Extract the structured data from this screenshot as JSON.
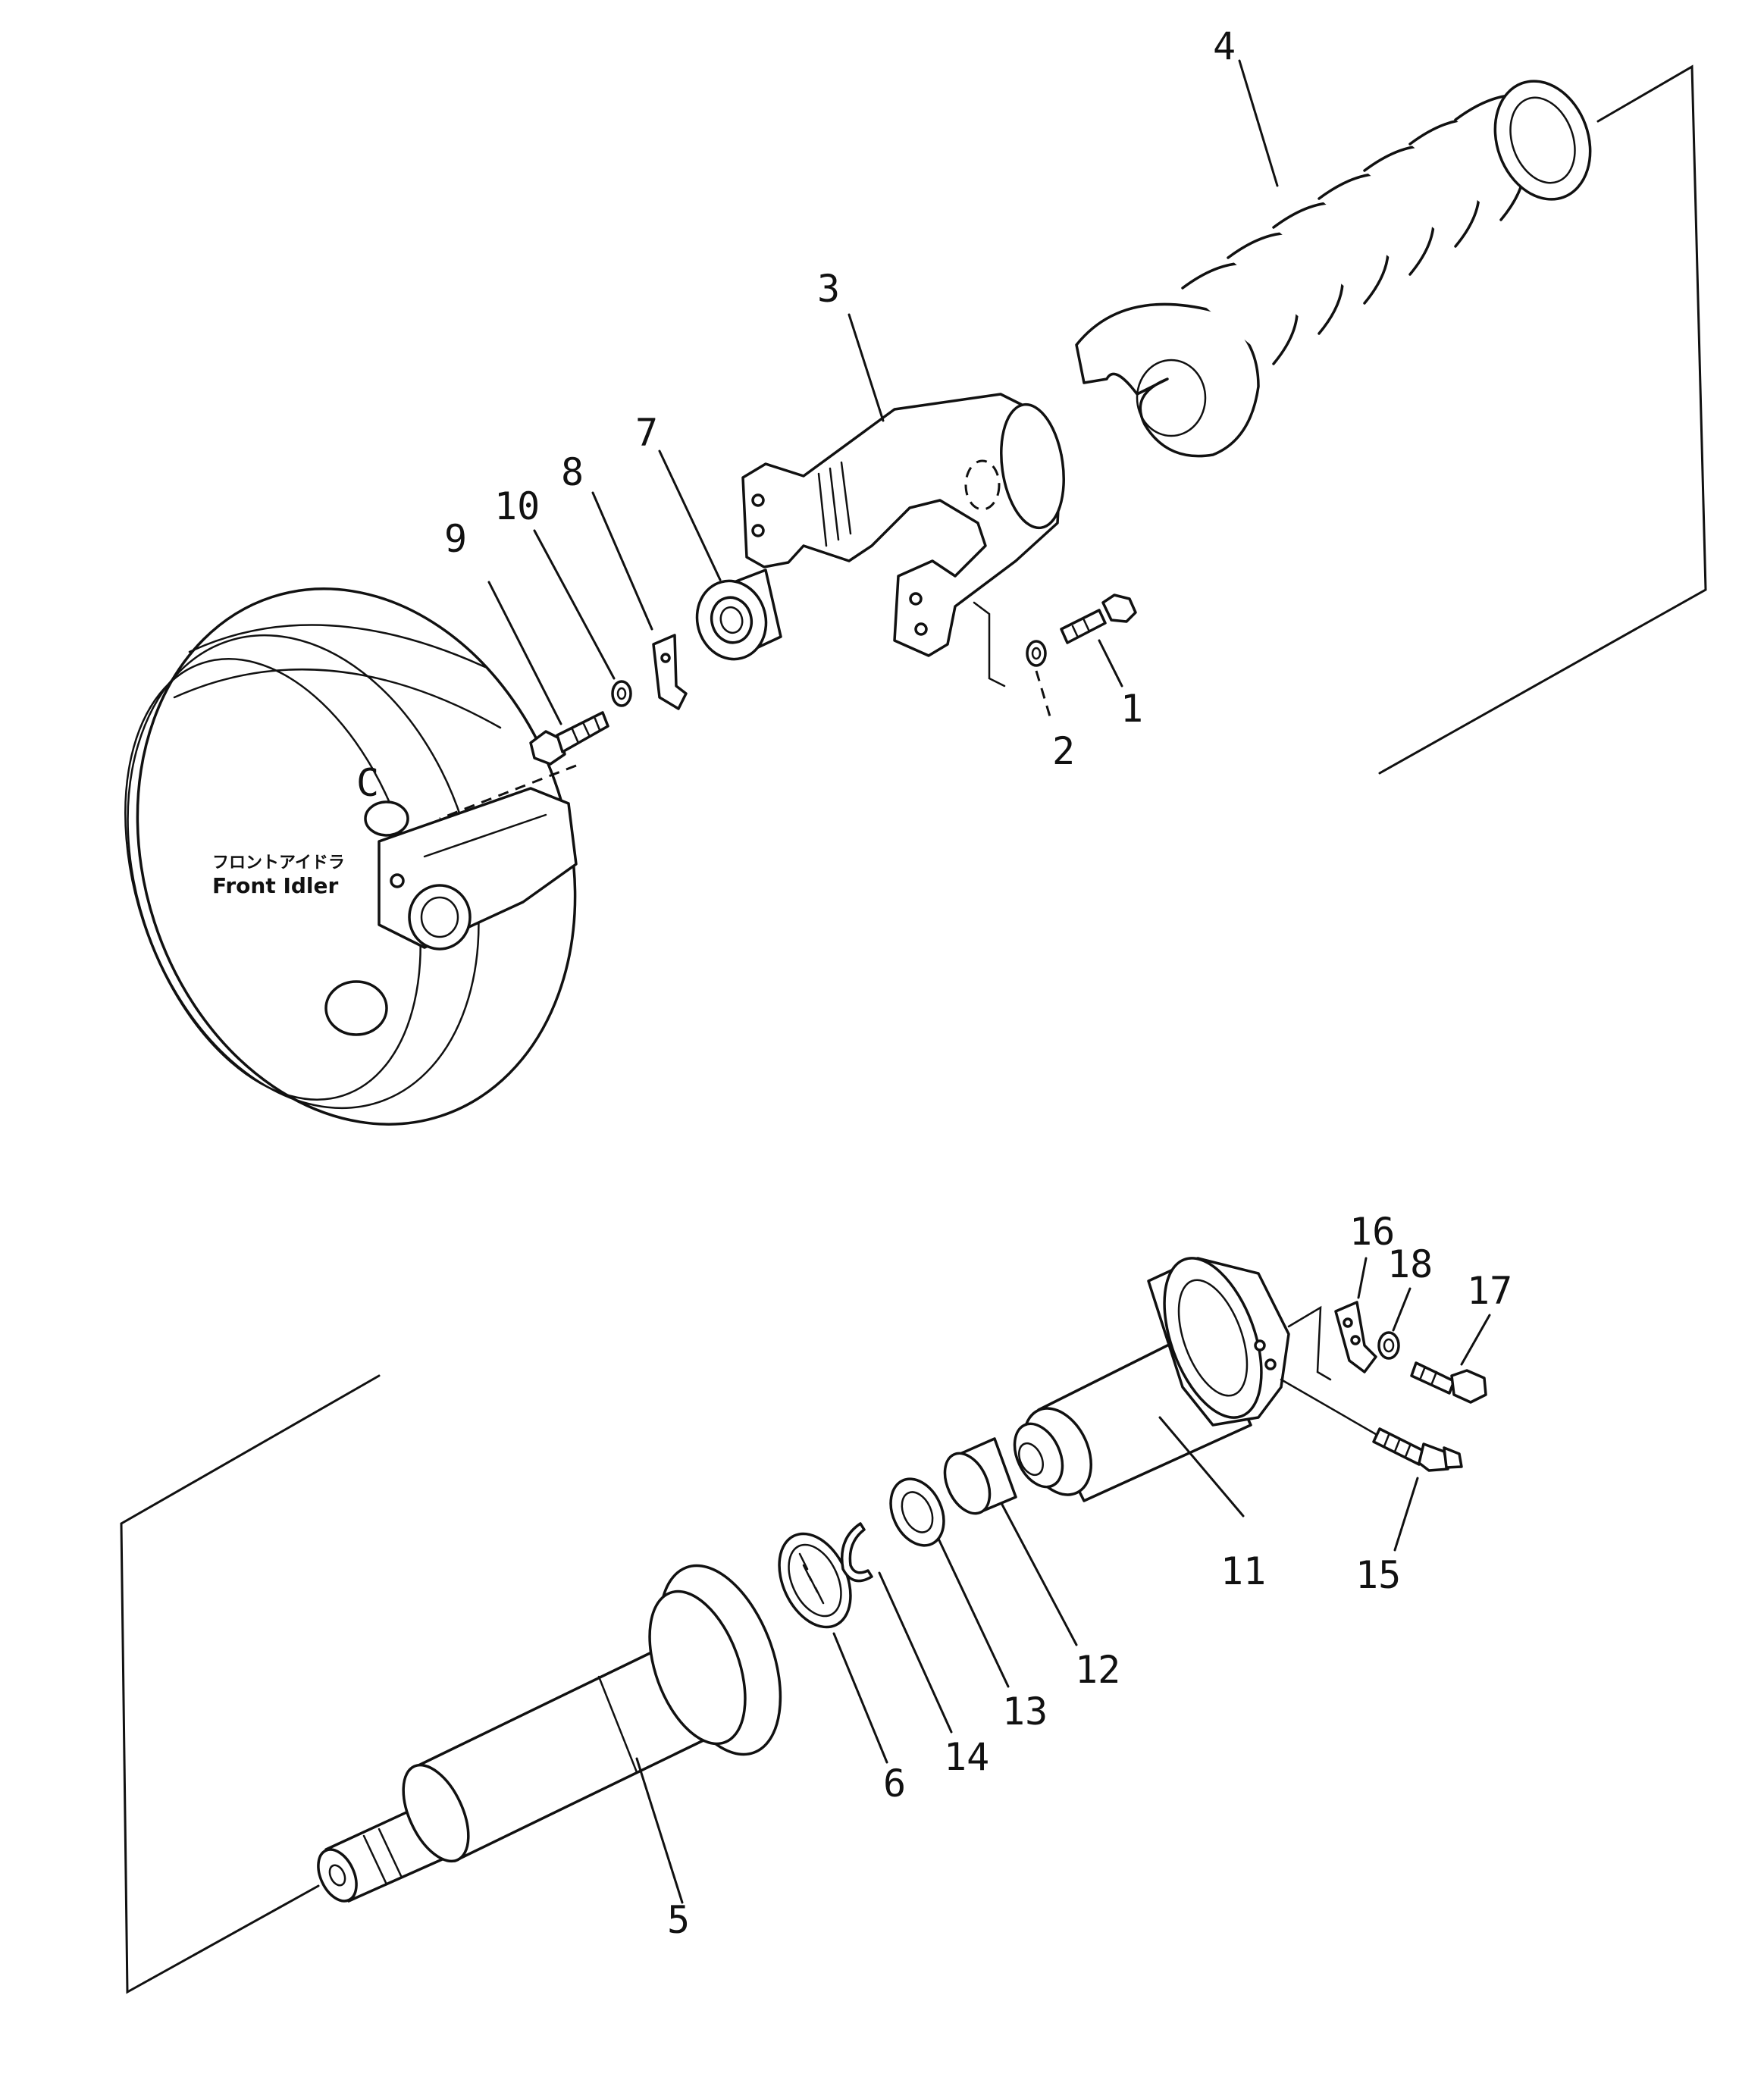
{
  "diagram": {
    "labels": {
      "front_idler_jp": "フロントアイドラ",
      "front_idler_en": "Front  Idler",
      "view_marker": "C"
    },
    "callouts": [
      {
        "id": "p1",
        "text": "1"
      },
      {
        "id": "p2",
        "text": "2"
      },
      {
        "id": "p3",
        "text": "3"
      },
      {
        "id": "p4",
        "text": "4"
      },
      {
        "id": "p5",
        "text": "5"
      },
      {
        "id": "p6",
        "text": "6"
      },
      {
        "id": "p7",
        "text": "7"
      },
      {
        "id": "p8",
        "text": "8"
      },
      {
        "id": "p9",
        "text": "9"
      },
      {
        "id": "p10",
        "text": "10"
      },
      {
        "id": "p11",
        "text": "11"
      },
      {
        "id": "p12",
        "text": "12"
      },
      {
        "id": "p13",
        "text": "13"
      },
      {
        "id": "p14",
        "text": "14"
      },
      {
        "id": "p15",
        "text": "15"
      },
      {
        "id": "p16",
        "text": "16"
      },
      {
        "id": "p17",
        "text": "17"
      },
      {
        "id": "p18",
        "text": "18"
      }
    ]
  }
}
